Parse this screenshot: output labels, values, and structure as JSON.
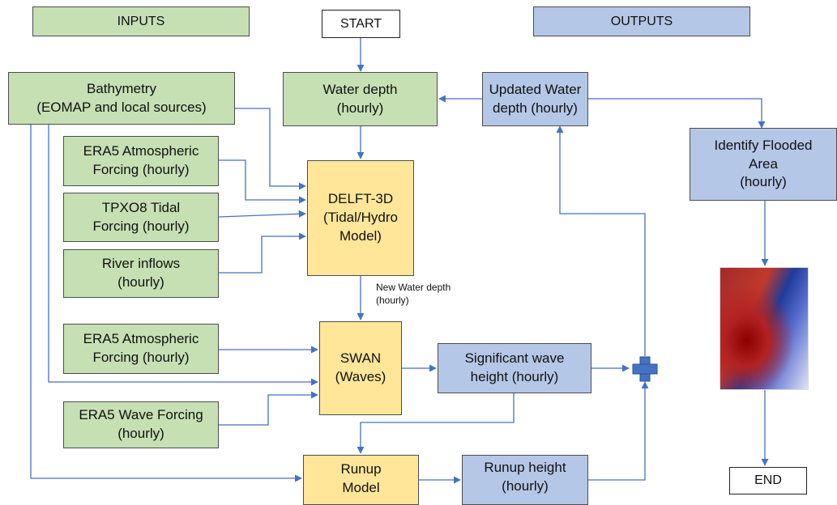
{
  "nodes": {
    "inputs": "INPUTS",
    "start": "START",
    "outputs": "OUTPUTS",
    "bathymetry": "Bathymetry\n(EOMAP and local sources)",
    "water_depth": "Water depth\n(hourly)",
    "updated_water_depth": "Updated Water\ndepth (hourly)",
    "era5_atm_1": "ERA5 Atmospheric\nForcing (hourly)",
    "tpxo8": "TPXO8 Tidal\nForcing (hourly)",
    "river": "River inflows\n(hourly)",
    "delft3d": "DELFT-3D\n(Tidal/Hydro\nModel)",
    "identify_flooded": "Identify Flooded\nArea\n(hourly)",
    "era5_atm_2": "ERA5 Atmospheric\nForcing (hourly)",
    "swan": "SWAN\n(Waves)",
    "sig_wave": "Significant wave\nheight (hourly)",
    "era5_wave": "ERA5 Wave Forcing\n(hourly)",
    "runup_model": "Runup\nModel",
    "runup_height": "Runup height\n(hourly)",
    "end": "END"
  },
  "labels": {
    "new_water_depth": "New Water depth\n(hourly)"
  },
  "colors": {
    "input_green": "#c6e0b4",
    "output_blue": "#b4c7e7",
    "model_yellow": "#ffe699",
    "arrow_blue": "#4472c4"
  }
}
